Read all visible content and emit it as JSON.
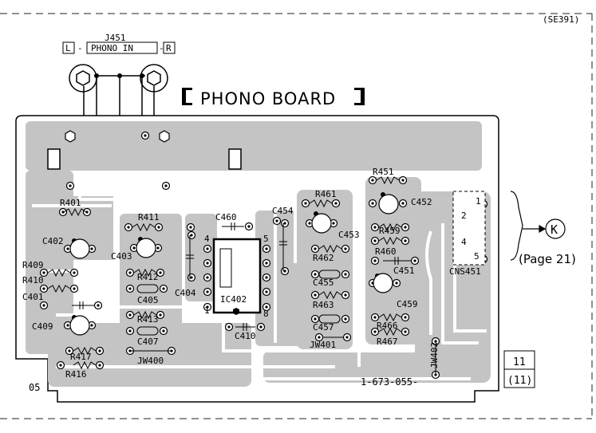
{
  "doc_code": "(SE391)",
  "board_title": "PHONO BOARD",
  "connector": {
    "ref": "J451",
    "left": "L",
    "name": "PHONO IN",
    "right": "R"
  },
  "page_ref": {
    "letter": "K",
    "text": "(Page 21)"
  },
  "board_number": "1-673-055-",
  "corner_code": "05",
  "page_numbers": [
    "11",
    "(11)"
  ],
  "components": {
    "R401": "R401",
    "R411": "R411",
    "C460": "C460",
    "C454": "C454",
    "R461": "R461",
    "R451": "R451",
    "C452": "C452",
    "C402": "C402",
    "C403": "C403",
    "R409": "R409",
    "R410": "R410",
    "C401": "C401",
    "R412": "R412",
    "C405": "C405",
    "C404": "C404",
    "IC402": "IC402",
    "R413": "R413",
    "C407": "C407",
    "JW400": "JW400",
    "C409": "C409",
    "R417": "R417",
    "R416": "R416",
    "C410": "C410",
    "C453": "C453",
    "R462": "R462",
    "C455": "C455",
    "R463": "R463",
    "C457": "C457",
    "JW401": "JW401",
    "R459": "R459",
    "R460": "R460",
    "C451": "C451",
    "C459": "C459",
    "R466": "R466",
    "R467": "R467",
    "JW402": "JW402",
    "CNS451": "CNS451"
  },
  "pin_labels": {
    "p4": "4",
    "p5": "5",
    "p1": "1",
    "p8": "8",
    "cn1": "1",
    "cn2": "2",
    "cn4": "4",
    "cn5": "5"
  }
}
